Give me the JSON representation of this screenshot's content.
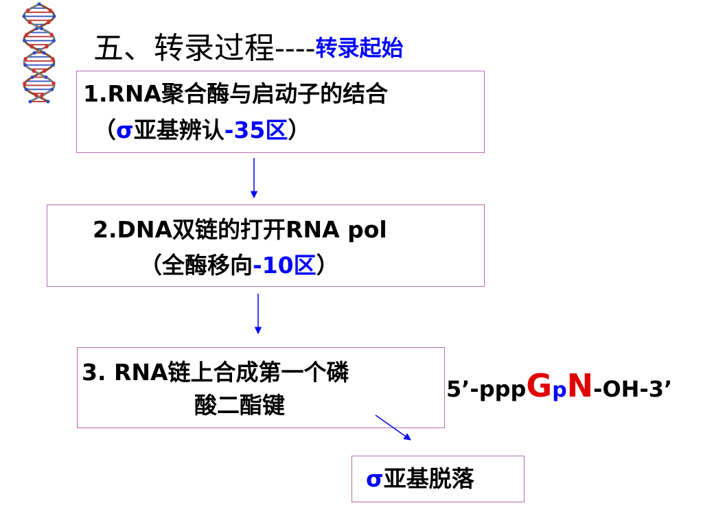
{
  "title": {
    "main": "五、转录过程----",
    "sub": "转录起始"
  },
  "steps": [
    {
      "line1": "1.RNA聚合酶与启动子的结合",
      "line2_prefix": "（",
      "line2_sigma": "σ",
      "line2_middle": "亚基辨认",
      "line2_region": "-35区",
      "line2_suffix": "）"
    },
    {
      "line1": "2.DNA双链的打开RNA pol",
      "line2_prefix": "（全酶移向",
      "line2_region": "-10区",
      "line2_suffix": "）"
    },
    {
      "line1": "3. RNA链上合成第一个磷",
      "line2": "酸二酯键"
    }
  ],
  "formula": {
    "prefix": "5’-ppp",
    "g": "G",
    "p": "p",
    "n": "N",
    "suffix": "-OH-3’"
  },
  "sigma_release": {
    "sigma": "σ",
    "text": "亚基脱落"
  },
  "colors": {
    "accent_blue": "#0000ff",
    "accent_red": "#e00000",
    "box_border": "#b36bb3"
  },
  "icons": {
    "decoration": "dna-double-helix-icon"
  }
}
